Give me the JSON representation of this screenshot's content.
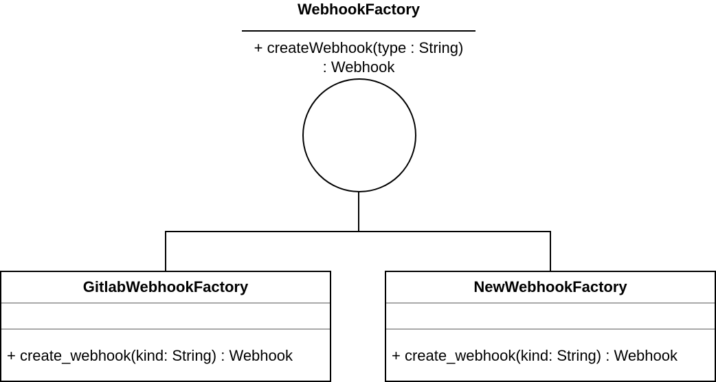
{
  "interface": {
    "name": "WebhookFactory",
    "operation_line1": "+ createWebhook(type : String)",
    "operation_line2": ": Webhook"
  },
  "classes": [
    {
      "name": "GitlabWebhookFactory",
      "attributes": "",
      "operation": "+ create_webhook(kind: String) : Webhook"
    },
    {
      "name": "NewWebhookFactory",
      "attributes": "",
      "operation": "+ create_webhook(kind: String) : Webhook"
    }
  ]
}
